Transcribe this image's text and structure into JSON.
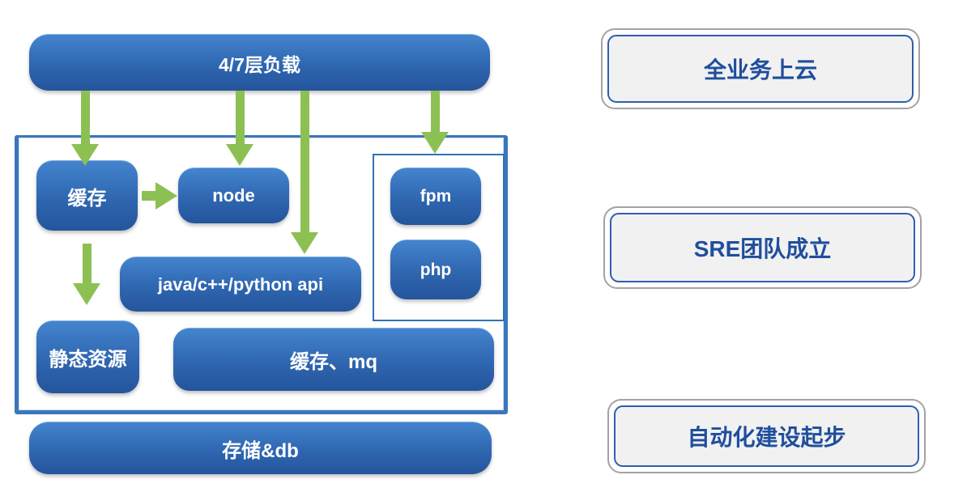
{
  "colors": {
    "box_blue_top": "#4484ce",
    "box_blue_bottom": "#24559c",
    "arrow_green": "#8dc053",
    "sketch_container_border": "#3b76bb",
    "thin_container_border": "#2e74b5",
    "milestone_outer_border": "#a3a3a3",
    "milestone_inner_border": "#2e5fae",
    "milestone_background": "#f1f1f2",
    "milestone_text": "#1f4e9c",
    "box_text": "#ffffff"
  },
  "diagram": {
    "load_balancer": "4/7层负载",
    "cache": "缓存",
    "node": "node",
    "fpm": "fpm",
    "php": "php",
    "api": "java/c++/python api",
    "static_resources": "静态资源",
    "cache_mq": "缓存、mq",
    "storage_db": "存储&db"
  },
  "milestones": [
    {
      "label": "全业务上云"
    },
    {
      "label": "SRE团队成立"
    },
    {
      "label": "自动化建设起步"
    }
  ]
}
